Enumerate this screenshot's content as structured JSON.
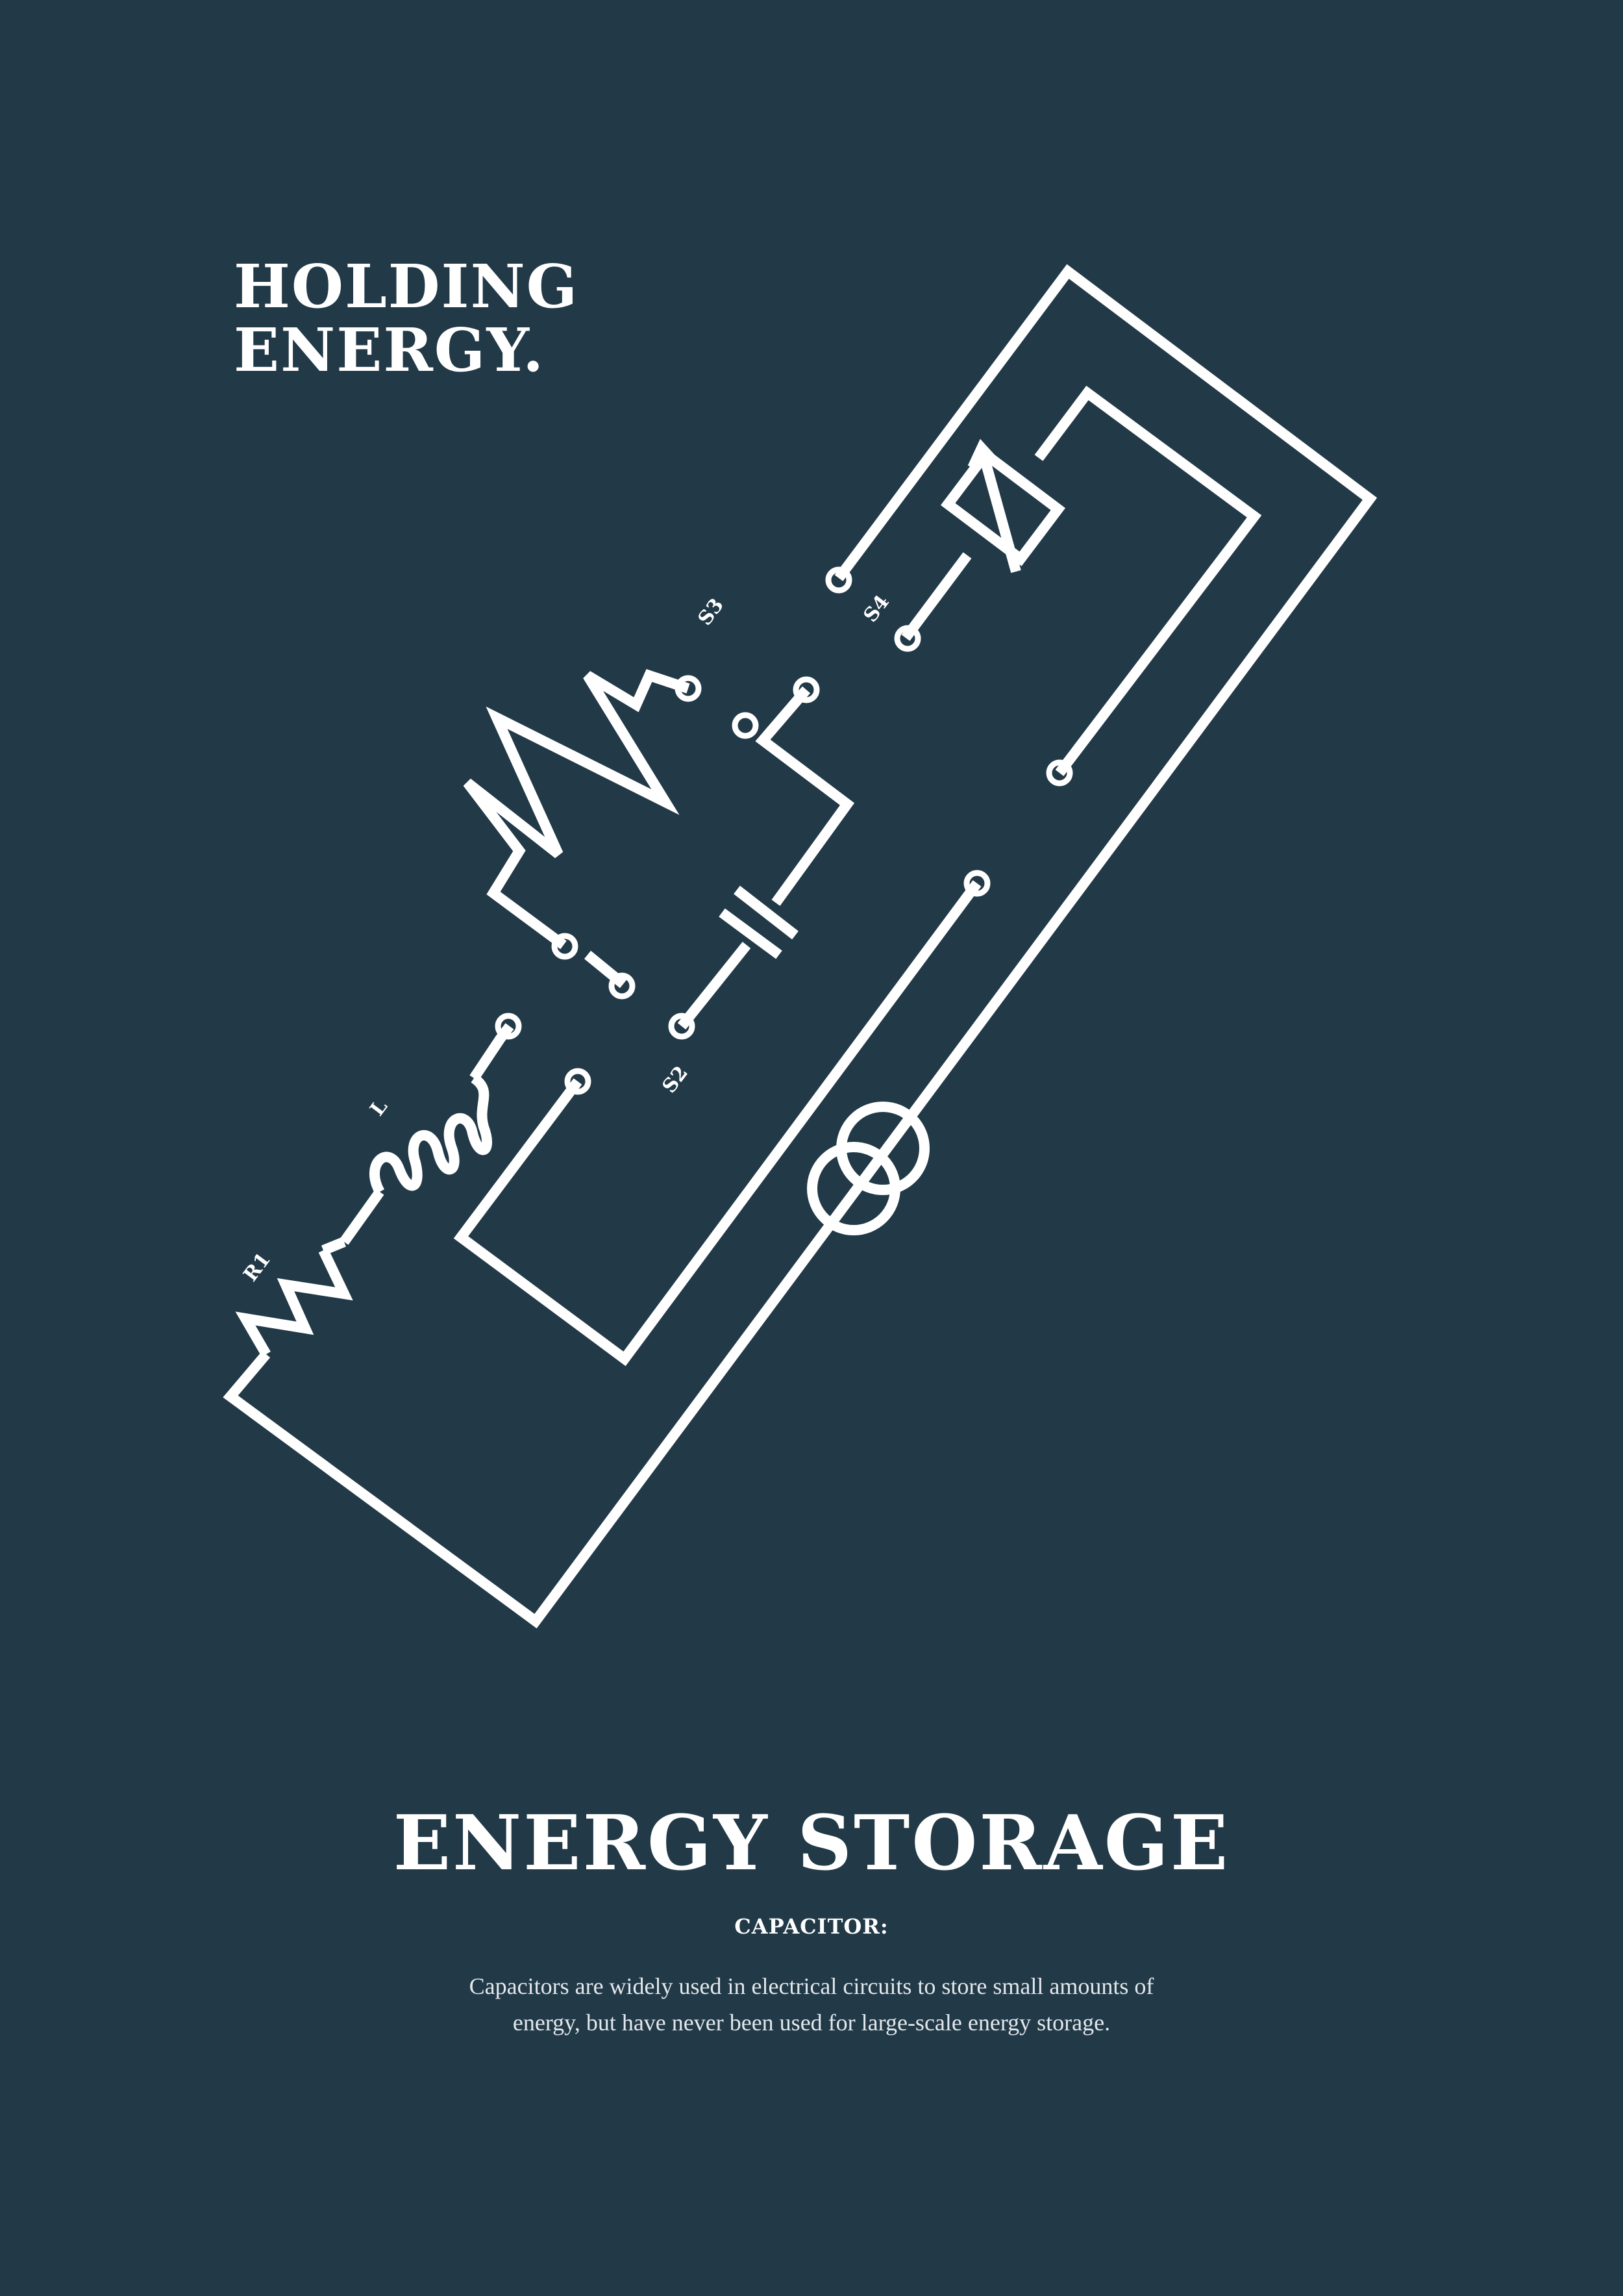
{
  "headline": {
    "line1": "HOLDING",
    "line2": "ENERGY."
  },
  "circuit": {
    "labels": {
      "r1": "R1",
      "l": "L",
      "s2": "S2",
      "s3": "S3",
      "s4": "S4"
    }
  },
  "title": "ENERGY STORAGE",
  "subtitle": "CAPACITOR:",
  "body": {
    "line1": "Capacitors are widely used in electrical circuits to store small amounts of",
    "line2": "energy, but have never been used for large-scale energy storage."
  },
  "colors": {
    "background": "#223947",
    "foreground": "#ffffff"
  }
}
